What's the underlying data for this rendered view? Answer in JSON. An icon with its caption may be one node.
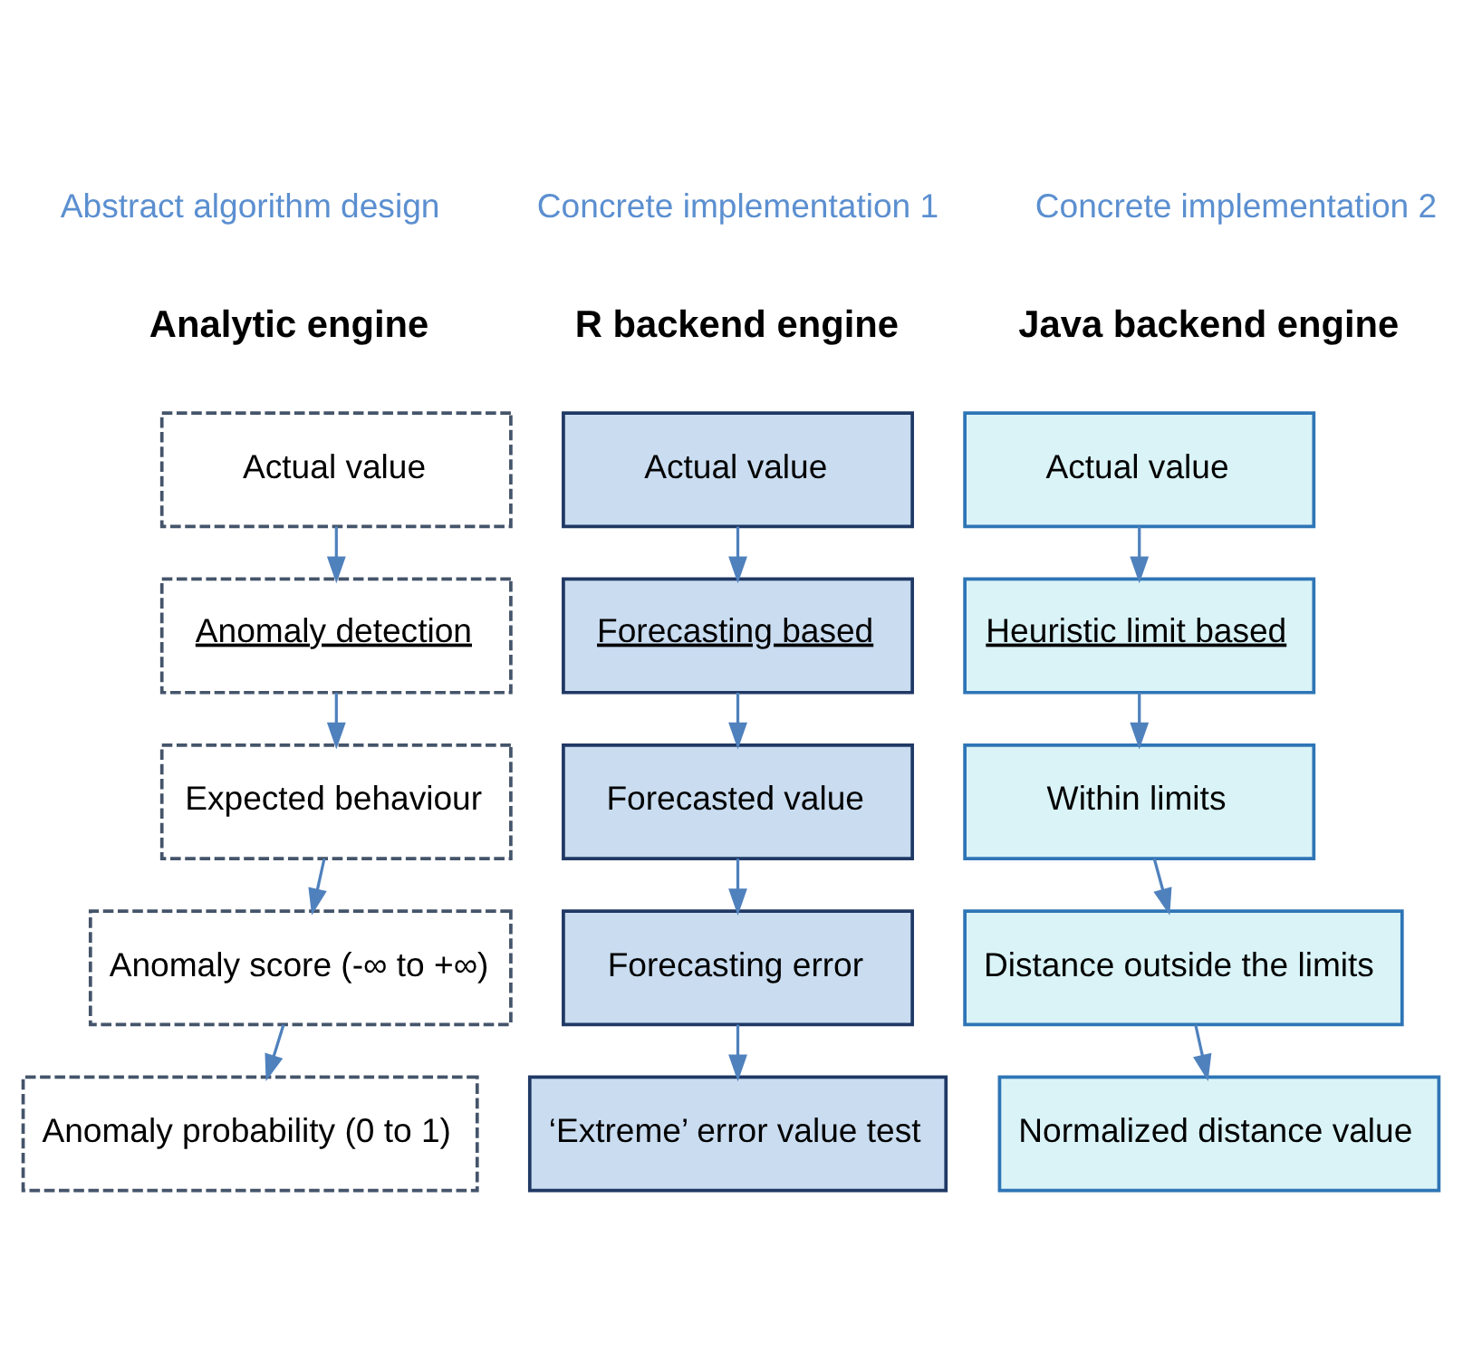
{
  "diagram": {
    "nodes": [
      {
        "text": [
          "Actual value"
        ]
      },
      {
        "text": [
          "Actual value"
        ]
      },
      {
        "text": [
          "Actual value"
        ]
      },
      {
        "text": [
          "Anomaly detection"
        ]
      },
      {
        "text": [
          "Forecasting based"
        ]
      },
      {
        "text": [
          "Heuristic limit based"
        ]
      },
      {
        "text": [
          "Expected behaviour"
        ]
      },
      {
        "text": [
          "Forecasted value"
        ]
      },
      {
        "text": [
          "Within limits"
        ]
      },
      {
        "text": [
          "Anomaly score (-∞ to +∞)"
        ]
      },
      {
        "text": [
          "Forecasting error"
        ]
      },
      {
        "text": [
          "Distance outside the limits"
        ]
      },
      {
        "text": [
          "Anomaly probability (0 to 1)"
        ]
      },
      {
        "text": [
          "‘Extreme’ error value test"
        ]
      },
      {
        "text": [
          "Normalized distance value"
        ]
      }
    ],
    "edges": [
      {
        "from": 0,
        "to": 3,
        "arrow": "to"
      },
      {
        "from": 3,
        "to": 6,
        "arrow": "to"
      },
      {
        "from": 6,
        "to": 9,
        "arrow": "to"
      },
      {
        "from": 9,
        "to": 12,
        "arrow": "to"
      },
      {
        "from": 1,
        "to": 4,
        "arrow": "to"
      },
      {
        "from": 4,
        "to": 7,
        "arrow": "to"
      },
      {
        "from": 7,
        "to": 10,
        "arrow": "to"
      },
      {
        "from": 10,
        "to": 13,
        "arrow": "to"
      },
      {
        "from": 2,
        "to": 5,
        "arrow": "to"
      },
      {
        "from": 5,
        "to": 8,
        "arrow": "to"
      },
      {
        "from": 8,
        "to": 11,
        "arrow": "to"
      },
      {
        "from": 11,
        "to": 14,
        "arrow": "to"
      }
    ],
    "labels": [
      "Abstract algorithm design",
      "Concrete implementation 1",
      "Concrete implementation 2",
      "Analytic engine",
      "R backend engine",
      "Java backend engine"
    ]
  }
}
